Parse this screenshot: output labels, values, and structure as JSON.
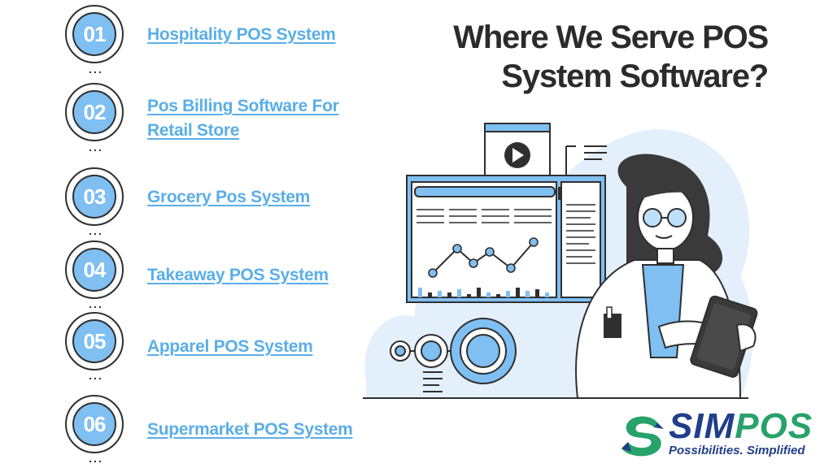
{
  "heading": {
    "line1": "Where We Serve POS",
    "line2": "System Software?"
  },
  "items": [
    {
      "number": "01",
      "label": "Hospitality POS System"
    },
    {
      "number": "02",
      "label_line1": "Pos Billing Software For",
      "label_line2": "Retail Store"
    },
    {
      "number": "03",
      "label": "Grocery Pos System"
    },
    {
      "number": "04",
      "label": "Takeaway POS System"
    },
    {
      "number": "05",
      "label": "Apparel POS System"
    },
    {
      "number": "06",
      "label": "Supermarket POS System"
    }
  ],
  "dots": "...",
  "logo": {
    "sim": "SIM",
    "pos": "POS",
    "tagline": "Possibilities. Simplified"
  },
  "colors": {
    "accent": "#7fbff2",
    "link": "#5aaee8",
    "dark": "#2f2f2f",
    "brand_blue": "#1f3f8a",
    "brand_green": "#27a26a"
  }
}
